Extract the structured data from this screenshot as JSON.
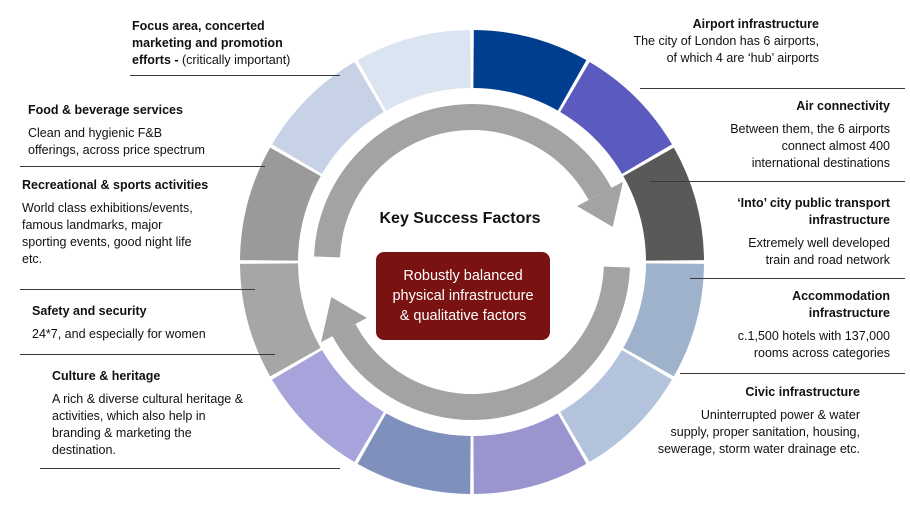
{
  "center": {
    "title": "Key Success Factors",
    "box_lines": [
      "Robustly balanced",
      "physical infrastructure",
      "& qualitative factors"
    ]
  },
  "colors": {
    "center_box": "#7b1212",
    "arrows": "#a6a6a6",
    "segments": [
      "#003f8f",
      "#5b5bbf",
      "#595959",
      "#9fb2cc",
      "#b3c3dc",
      "#9b95cf",
      "#8090bd",
      "#a7a4db",
      "#a6a6a6",
      "#9a9a9a",
      "#c8d2e6",
      "#dbe4f1"
    ]
  },
  "factors_right": [
    {
      "title": "Airport infrastructure",
      "body": "The city of London  has 6 airports,\nof which 4 are ‘hub’ airports"
    },
    {
      "title": "Air connectivity",
      "body": "Between them, the 6 airports\nconnect almost 400\ninternational destinations"
    },
    {
      "title": "‘Into’ city public transport\ninfrastructure",
      "body": "Extremely well developed\ntrain and road network"
    },
    {
      "title": "Accommodation\ninfrastructure",
      "body": "c.1,500 hotels with 137,000\nrooms across categories"
    },
    {
      "title": "Civic infrastructure",
      "body": "Uninterrupted power & water\nsupply,  proper sanitation, housing,\nsewerage, storm water drainage etc."
    }
  ],
  "factors_left": [
    {
      "title": "Focus area, concerted\nmarketing and promotion\nefforts - ",
      "title_suffix": "(critically important)",
      "body": ""
    },
    {
      "title": "Food & beverage services",
      "body": "Clean and hygienic F&B\nofferings, across price spectrum"
    },
    {
      "title": "Recreational & sports activities",
      "body": "World class exhibitions/events,\nfamous landmarks, major\nsporting events, good night life\netc."
    },
    {
      "title": "Safety and security",
      "body": "24*7, and especially for women"
    },
    {
      "title": "Culture & heritage",
      "body": "A rich & diverse cultural heritage &\nactivities, which also help in\nbranding & marketing the\ndestination."
    }
  ]
}
